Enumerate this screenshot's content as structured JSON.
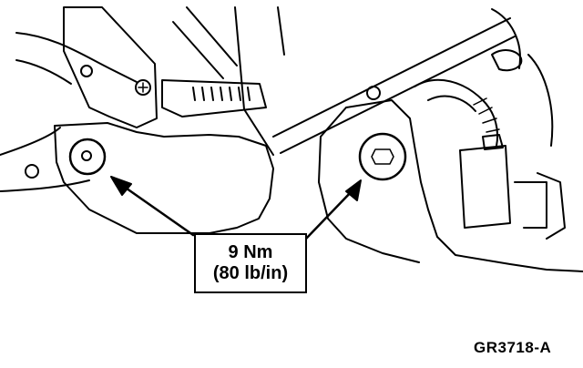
{
  "callout": {
    "torque_nm": "9 Nm",
    "torque_lbin": "(80 lb/in)"
  },
  "figure_id": "GR3718-A",
  "colors": {
    "ink": "#000000",
    "paper": "#ffffff"
  }
}
